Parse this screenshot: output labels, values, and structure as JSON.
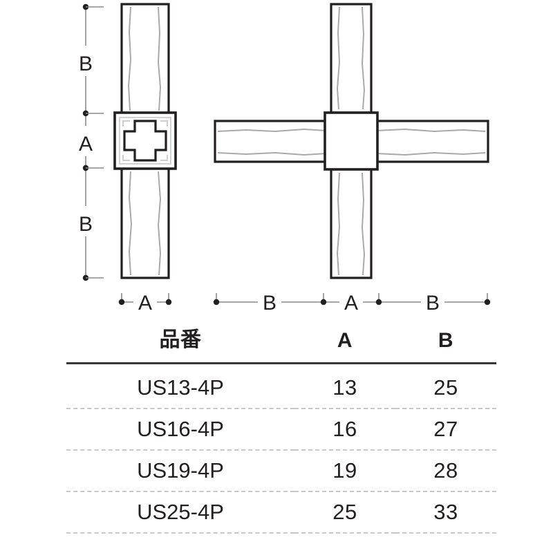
{
  "drawing": {
    "title": "cross-joint-technical-drawing",
    "vertical_dimensions": [
      {
        "label": "B"
      },
      {
        "label": "A"
      },
      {
        "label": "B"
      }
    ],
    "horizontal_dimensions_left": [
      {
        "label": "A"
      }
    ],
    "horizontal_dimensions_right": [
      {
        "label": "B"
      },
      {
        "label": "A"
      },
      {
        "label": "B"
      }
    ],
    "colors": {
      "outline": "#231f20",
      "inner_line": "#9b9b9b",
      "dimension_line": "#6d6d6d",
      "background": "#ffffff"
    }
  },
  "table": {
    "headers": {
      "model": "品番",
      "a": "A",
      "b": "B"
    },
    "rows": [
      {
        "model": "US13-4P",
        "a": "13",
        "b": "25"
      },
      {
        "model": "US16-4P",
        "a": "16",
        "b": "27"
      },
      {
        "model": "US19-4P",
        "a": "19",
        "b": "28"
      },
      {
        "model": "US25-4P",
        "a": "25",
        "b": "33"
      }
    ]
  }
}
